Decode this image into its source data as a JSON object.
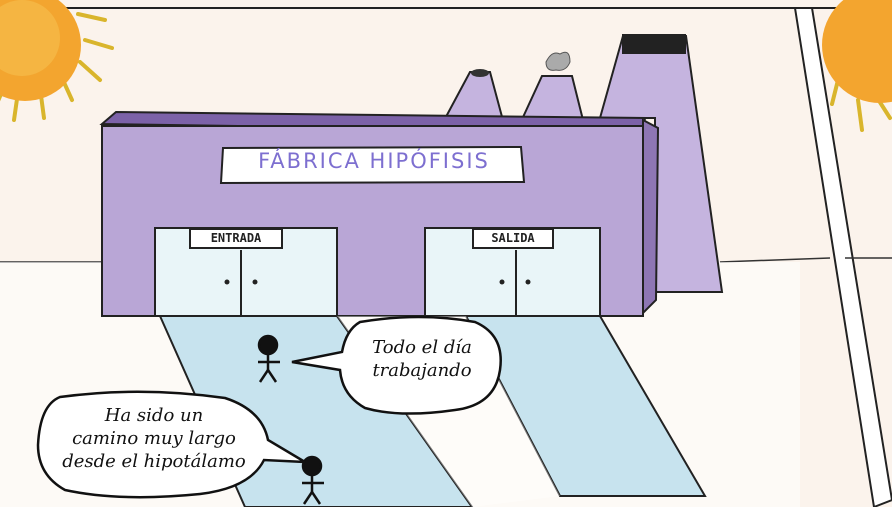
{
  "factory": {
    "sign": "FÁBRICA HIPÓFISIS",
    "entrance_label": "ENTRADA",
    "exit_label": "SALIDA"
  },
  "speech": {
    "top_bubble": [
      "Todo el día",
      "trabajando"
    ],
    "bottom_bubble": [
      "Ha sido un",
      "camino muy largo",
      "desde el hipotálamo"
    ]
  },
  "icons": [
    "sun-icon",
    "stick-figure-icon"
  ],
  "colors": {
    "factory_wall": "#b9a6d6",
    "factory_side": "#8e76b4",
    "path": "#c7e3ee",
    "sun": "#f3a52f",
    "sun_rays": "#e8c63c",
    "sky": "#fbf3ec"
  }
}
